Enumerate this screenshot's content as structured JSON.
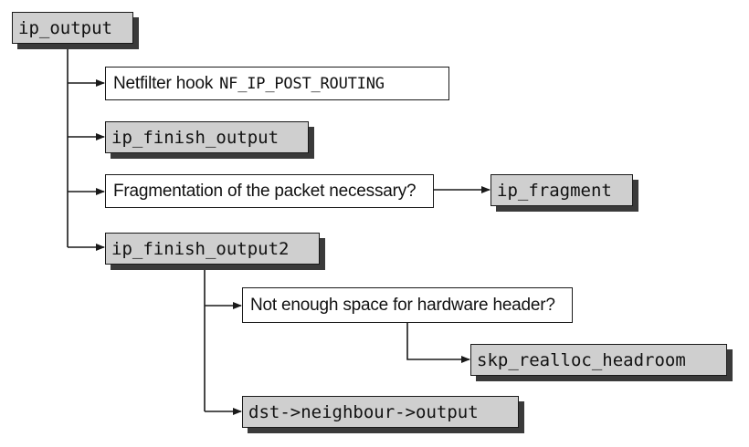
{
  "nodes": {
    "ip_output": "ip_output",
    "netfilter_hook": {
      "label": "Netfilter hook",
      "code": "NF_IP_POST_ROUTING"
    },
    "ip_finish_output": "ip_finish_output",
    "fragmentation_question": "Fragmentation of the packet necessary?",
    "ip_fragment": "ip_fragment",
    "ip_finish_output2": "ip_finish_output2",
    "hardware_header_question": "Not enough space for hardware header?",
    "skb_realloc_headroom": "skp_realloc_headroom",
    "dst_neighbour_output": "dst->neighbour->output"
  },
  "colors": {
    "function_box_fill": "#cfcfcf",
    "function_box_shadow": "#3a3a3a",
    "line": "#1a1a1a"
  }
}
